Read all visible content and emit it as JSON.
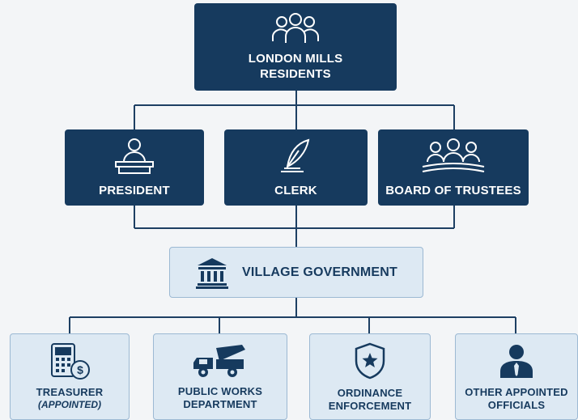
{
  "colors": {
    "dark": "#163a5e",
    "light": "#dde9f3",
    "border": "#9cb9d3",
    "line": "#1d3f63"
  },
  "residents": {
    "line1": "LONDON MILLS",
    "line2": "RESIDENTS",
    "icon": "people-group-icon"
  },
  "officials": [
    {
      "label": "PRESIDENT",
      "icon": "podium-speaker-icon"
    },
    {
      "label": "CLERK",
      "icon": "quill-pen-icon"
    },
    {
      "label": "BOARD OF TRUSTEES",
      "icon": "board-group-icon"
    }
  ],
  "government": {
    "label": "VILLAGE GOVERNMENT",
    "icon": "government-building-icon"
  },
  "departments": [
    {
      "line1": "TREASURER",
      "line2": "(APPOINTED)",
      "icon": "calculator-dollar-icon"
    },
    {
      "line1": "PUBLIC WORKS",
      "line2": "DEPARTMENT",
      "icon": "truck-icon"
    },
    {
      "line1": "ORDINANCE",
      "line2": "ENFORCEMENT",
      "icon": "shield-star-icon"
    },
    {
      "line1": "OTHER APPOINTED",
      "line2": "OFFICIALS",
      "icon": "person-tie-icon"
    }
  ]
}
